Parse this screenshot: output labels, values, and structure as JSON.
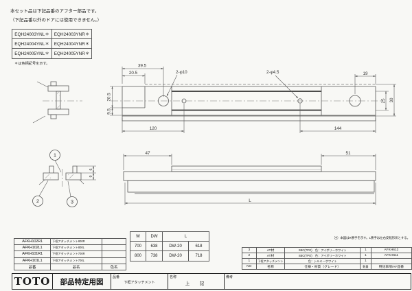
{
  "header_note": {
    "line1": "本セット品は下記品番のアフター部品です。",
    "line2": "（下記品番以外のドアには使用できません。）",
    "footnote": "＊は色柄記号を示す。"
  },
  "model_table": {
    "rows": [
      [
        "EQH24003YNL＊",
        "EQH24003YNR＊"
      ],
      [
        "EQH24004YNL＊",
        "EQH24004YNR＊"
      ],
      [
        "EQH24005YNL＊",
        "EQH24005YNR＊"
      ]
    ]
  },
  "plan_view": {
    "dim_39_5": "39.5",
    "dim_20_5_top": "20.5",
    "label_holes_large": "2-φ10",
    "label_holes_small": "2-φ4.5",
    "dim_19": "19",
    "dim_20_5_left": "20.5",
    "dim_9_5": "9.5",
    "dim_25": "25",
    "dim_30": "30",
    "dim_120": "120",
    "dim_144": "144"
  },
  "section_view": {
    "balloon_1": "1",
    "balloon_2": "2",
    "balloon_3": "3",
    "dim_6": "6",
    "dim_9": "9"
  },
  "side_view": {
    "dim_47": "47",
    "dim_51": "51",
    "dim_length": "L"
  },
  "parts_table": {
    "header": {
      "code": "品番",
      "name": "品名",
      "color": "色名"
    },
    "rows": [
      {
        "code": "AFKH102R1",
        "name": "下框アタッチメント800R",
        "color": ""
      },
      {
        "code": "AFKH102L1",
        "name": "下框アタッチメント800L",
        "color": ""
      },
      {
        "code": "AFKH101R1",
        "name": "下框アタッチメント700R",
        "color": ""
      },
      {
        "code": "AFKH101L1",
        "name": "下框アタッチメント700L",
        "color": ""
      }
    ]
  },
  "size_table": {
    "header_w": "W",
    "header_dw": "DW",
    "header_l": "L",
    "rows": [
      [
        "700",
        "638",
        "DW-20",
        "618"
      ],
      [
        "800",
        "738",
        "DW-20",
        "718"
      ]
    ]
  },
  "bom_table": {
    "note": "注）本図はR勝手を示す。L勝手は左右反転形状とする。",
    "header": {
      "no": "NO",
      "name": "名称",
      "spec": "仕様・材質（グレード）",
      "qty": "数量",
      "remark": "特記事項/AF品番"
    },
    "rows": [
      {
        "no": "3",
        "name": "AT材",
        "spec": "SBC(TPO)　色：アイボリーホワイト",
        "qty": "1",
        "remark": "AFKH612"
      },
      {
        "no": "2",
        "name": "AT材",
        "spec": "SBC(TPO)　色：アイボリーホワイト",
        "qty": "1",
        "remark": "AFKH611"
      },
      {
        "no": "1",
        "name": "下框アタッチメント",
        "spec": "色：シルキーホワイト",
        "qty": "1",
        "remark": ""
      }
    ]
  },
  "title_block": {
    "logo": "TOTO",
    "doc_type": "部品特定用図",
    "part_no_label": "品番",
    "part_no_value": "下框アタッチメント",
    "name_label": "名称",
    "name_value": "上　記",
    "remarks_label": "備考"
  }
}
